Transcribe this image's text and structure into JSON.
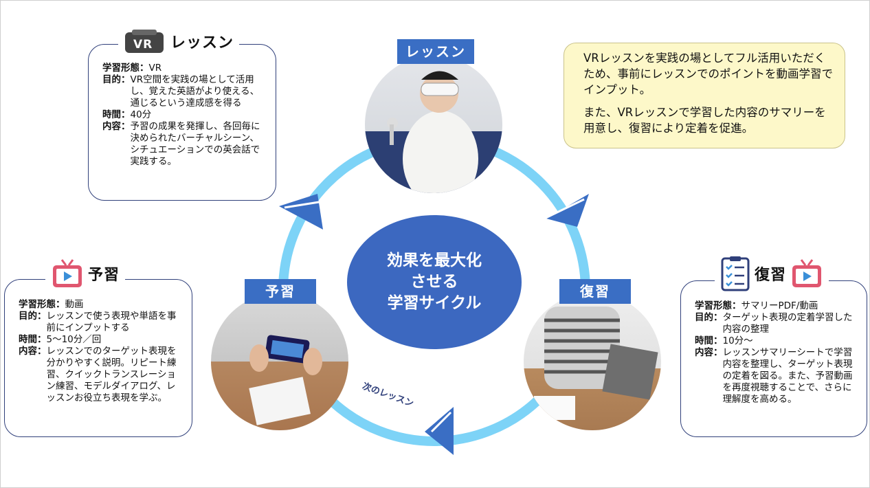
{
  "center": {
    "lines": [
      "効果を最大化",
      "させる",
      "学習サイクル"
    ]
  },
  "cycle_labels": {
    "lesson": "レッスン",
    "prep": "予習",
    "review": "復習",
    "next": "次のレッスン"
  },
  "lesson_box": {
    "icon_text": "VR",
    "title": "レッスン",
    "rows": [
      {
        "key": "学習形態：",
        "value": "VR"
      },
      {
        "key": "目的：",
        "value": "VR空間を実践の場として活用し、覚えた英語がより使える、通じるという達成感を得る"
      },
      {
        "key": "時間：",
        "value": "40分"
      },
      {
        "key": "内容：",
        "value": "予習の成果を発揮し、各回毎に決められたバーチャルシーン、シチュエーションでの英会話で実践する。"
      }
    ]
  },
  "prep_box": {
    "title": "予習",
    "rows": [
      {
        "key": "学習形態：",
        "value": "動画"
      },
      {
        "key": "目的：",
        "value": "レッスンで使う表現や単語を事前にインプットする"
      },
      {
        "key": "時間：",
        "value": "5～10分／回"
      },
      {
        "key": "内容：",
        "value": "レッスンでのターゲット表現を分かりやすく説明。リピート練習、クイックトランスレーション練習、モデルダイアログ、レッスンお役立ち表現を学ぶ。"
      }
    ]
  },
  "review_box": {
    "title": "復習",
    "rows": [
      {
        "key": "学習形態：",
        "value": "サマリーPDF/動画"
      },
      {
        "key": "目的：",
        "value": "ターゲット表現の定着学習した内容の整理"
      },
      {
        "key": "時間：",
        "value": "10分～"
      },
      {
        "key": "内容：",
        "value": "レッスンサマリーシートで学習内容を整理し、ターゲット表現の定着を図る。また、予習動画を再度視聴することで、さらに理解度を高める。"
      }
    ]
  },
  "note": {
    "paragraphs": [
      "VRレッスンを実践の場としてフル活用いただくため、事前にレッスンでのポイントを動画学習でインプット。",
      "また、VRレッスンで学習した内容のサマリーを用意し、復習により定着を促進。"
    ]
  },
  "colors": {
    "cycle": "#7dd3f7",
    "arrow": "#3a6ec4",
    "label_bar": "#3a6ec4",
    "center": "#3c68c0",
    "note_bg": "#fdf8c9",
    "tv_icon": "#e0566f",
    "box_border": "#2f3f7a"
  },
  "icons": {
    "lesson": "vr-headset-icon",
    "prep": "tv-play-icon",
    "review_doc": "checklist-icon",
    "review_tv": "tv-play-icon"
  }
}
